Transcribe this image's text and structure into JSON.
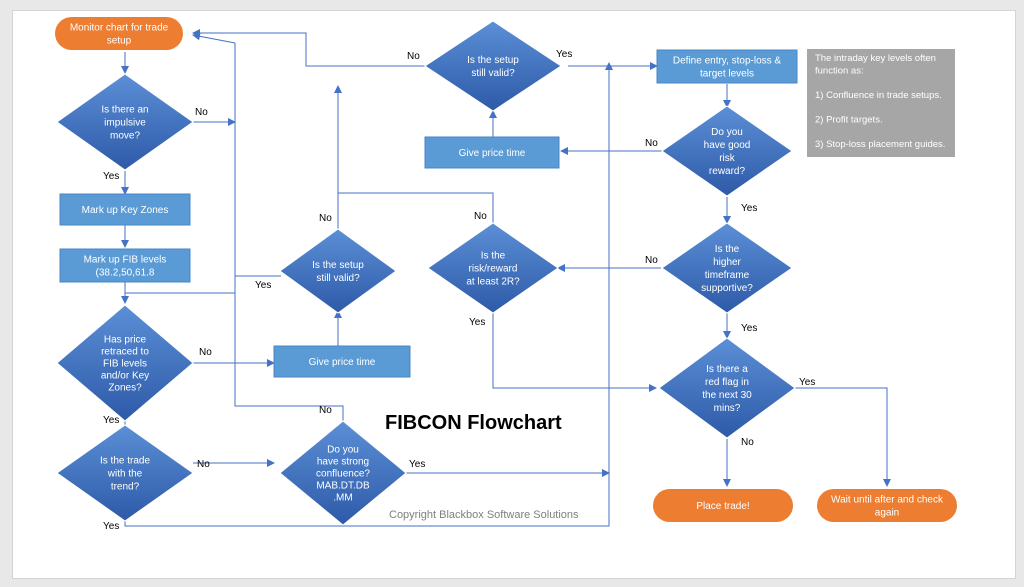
{
  "title": "FIBCON Flowchart",
  "copyright": "Copyright Blackbox Software Solutions",
  "colors": {
    "diamond_light": "#5b8fd6",
    "diamond_dark": "#2e5aa8",
    "process": "#5b9bd5",
    "terminal": "#ed7d31",
    "connector": "#4472c4",
    "note_bg": "#a6a6a6"
  },
  "nodes": {
    "monitor": [
      "Monitor chart for trade",
      "setup"
    ],
    "impulsive": [
      "Is there an",
      "impulsive",
      "move?"
    ],
    "key_zones": [
      "Mark up Key Zones"
    ],
    "fib_levels": [
      "Mark up FIB levels",
      "(38.2,50,61.8"
    ],
    "retraced": [
      "Has price",
      "retraced to",
      "FIB levels",
      "and/or Key",
      "Zones?"
    ],
    "with_trend": [
      "Is the trade",
      "with the",
      "trend?"
    ],
    "strong_confluence": [
      "Do you",
      "have strong",
      "confluence?",
      "MAB.DT.DB",
      ".MM"
    ],
    "give_time_low": [
      "Give price time"
    ],
    "setup_valid_mid": [
      "Is the setup",
      "still valid?"
    ],
    "setup_valid_top": [
      "Is the setup",
      "still valid?"
    ],
    "give_time_top": [
      "Give price time"
    ],
    "risk_reward_2r": [
      "Is the",
      "risk/reward",
      "at least 2R?"
    ],
    "define_entry": [
      "Define entry, stop-loss &",
      "target levels"
    ],
    "good_rr": [
      "Do you",
      "have good",
      "risk",
      "reward?"
    ],
    "htf": [
      "Is the",
      "higher",
      "timeframe",
      "supportive?"
    ],
    "red_flag": [
      "Is there a",
      "red flag in",
      "the next 30",
      "mins?"
    ],
    "place_trade": [
      "Place trade!"
    ],
    "wait": [
      "Wait until after and check",
      "again"
    ]
  },
  "note": {
    "lines": [
      "The intraday key levels often",
      "function as:",
      "",
      "1) Confluence in trade setups.",
      "",
      "2) Profit targets.",
      "",
      "3) Stop-loss placement guides."
    ]
  },
  "labels": {
    "yes": "Yes",
    "no": "No"
  }
}
